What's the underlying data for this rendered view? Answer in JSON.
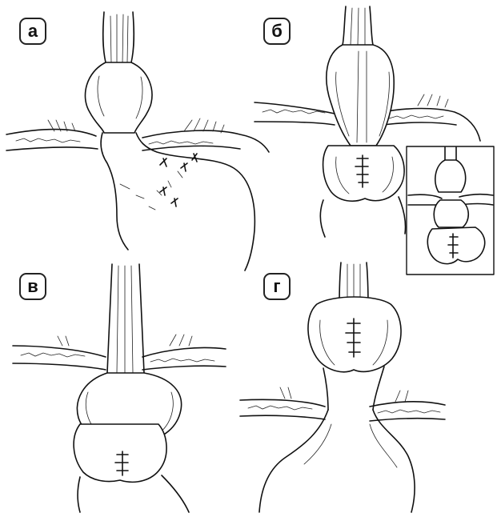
{
  "panels": [
    {
      "id": "a",
      "label": "а"
    },
    {
      "id": "b",
      "label": "б"
    },
    {
      "id": "v",
      "label": "в"
    },
    {
      "id": "g",
      "label": "г"
    }
  ],
  "inset": {
    "present": true,
    "attached_to": "б"
  },
  "colors": {
    "ink": "#111111",
    "background": "#ffffff",
    "label_border": "#222222"
  }
}
